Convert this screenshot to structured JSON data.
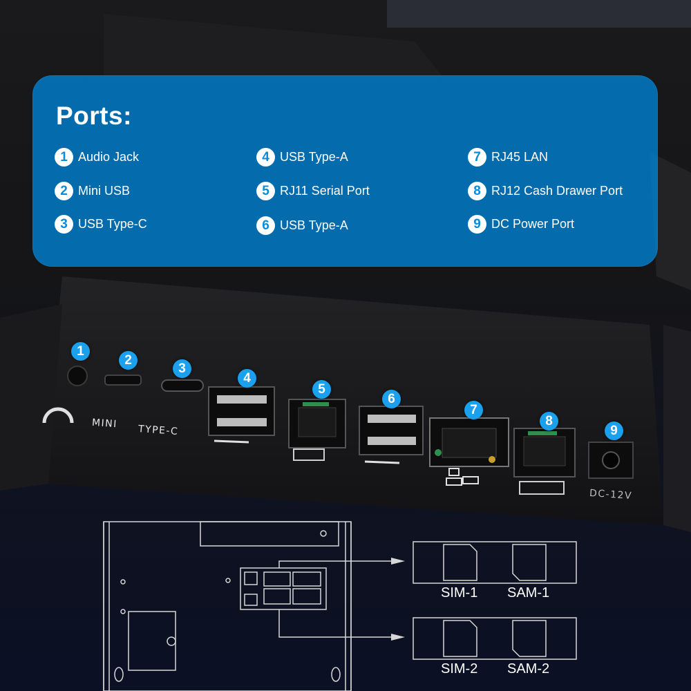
{
  "panel": {
    "title": "Ports:",
    "items": [
      {
        "num": "1",
        "label": "Audio Jack"
      },
      {
        "num": "2",
        "label": "Mini USB"
      },
      {
        "num": "3",
        "label": "USB Type-C"
      },
      {
        "num": "4",
        "label": "USB Type-A"
      },
      {
        "num": "5",
        "label": "RJ11 Serial Port"
      },
      {
        "num": "6",
        "label": "USB Type-A"
      },
      {
        "num": "7",
        "label": "RJ45 LAN"
      },
      {
        "num": "8",
        "label": "RJ12 Cash Drawer Port"
      },
      {
        "num": "9",
        "label": "DC Power Port"
      }
    ]
  },
  "callouts": [
    "1",
    "2",
    "3",
    "4",
    "5",
    "6",
    "7",
    "8",
    "9"
  ],
  "printed_labels": {
    "mini": "MINI",
    "typec": "TYPE-C",
    "dc": "DC-12V"
  },
  "slots": {
    "sim1": "SIM-1",
    "sam1": "SAM-1",
    "sim2": "SIM-2",
    "sam2": "SAM-2"
  },
  "colors": {
    "panel": "#0082d2",
    "callout": "#1aa0ec",
    "background": "#151517"
  }
}
